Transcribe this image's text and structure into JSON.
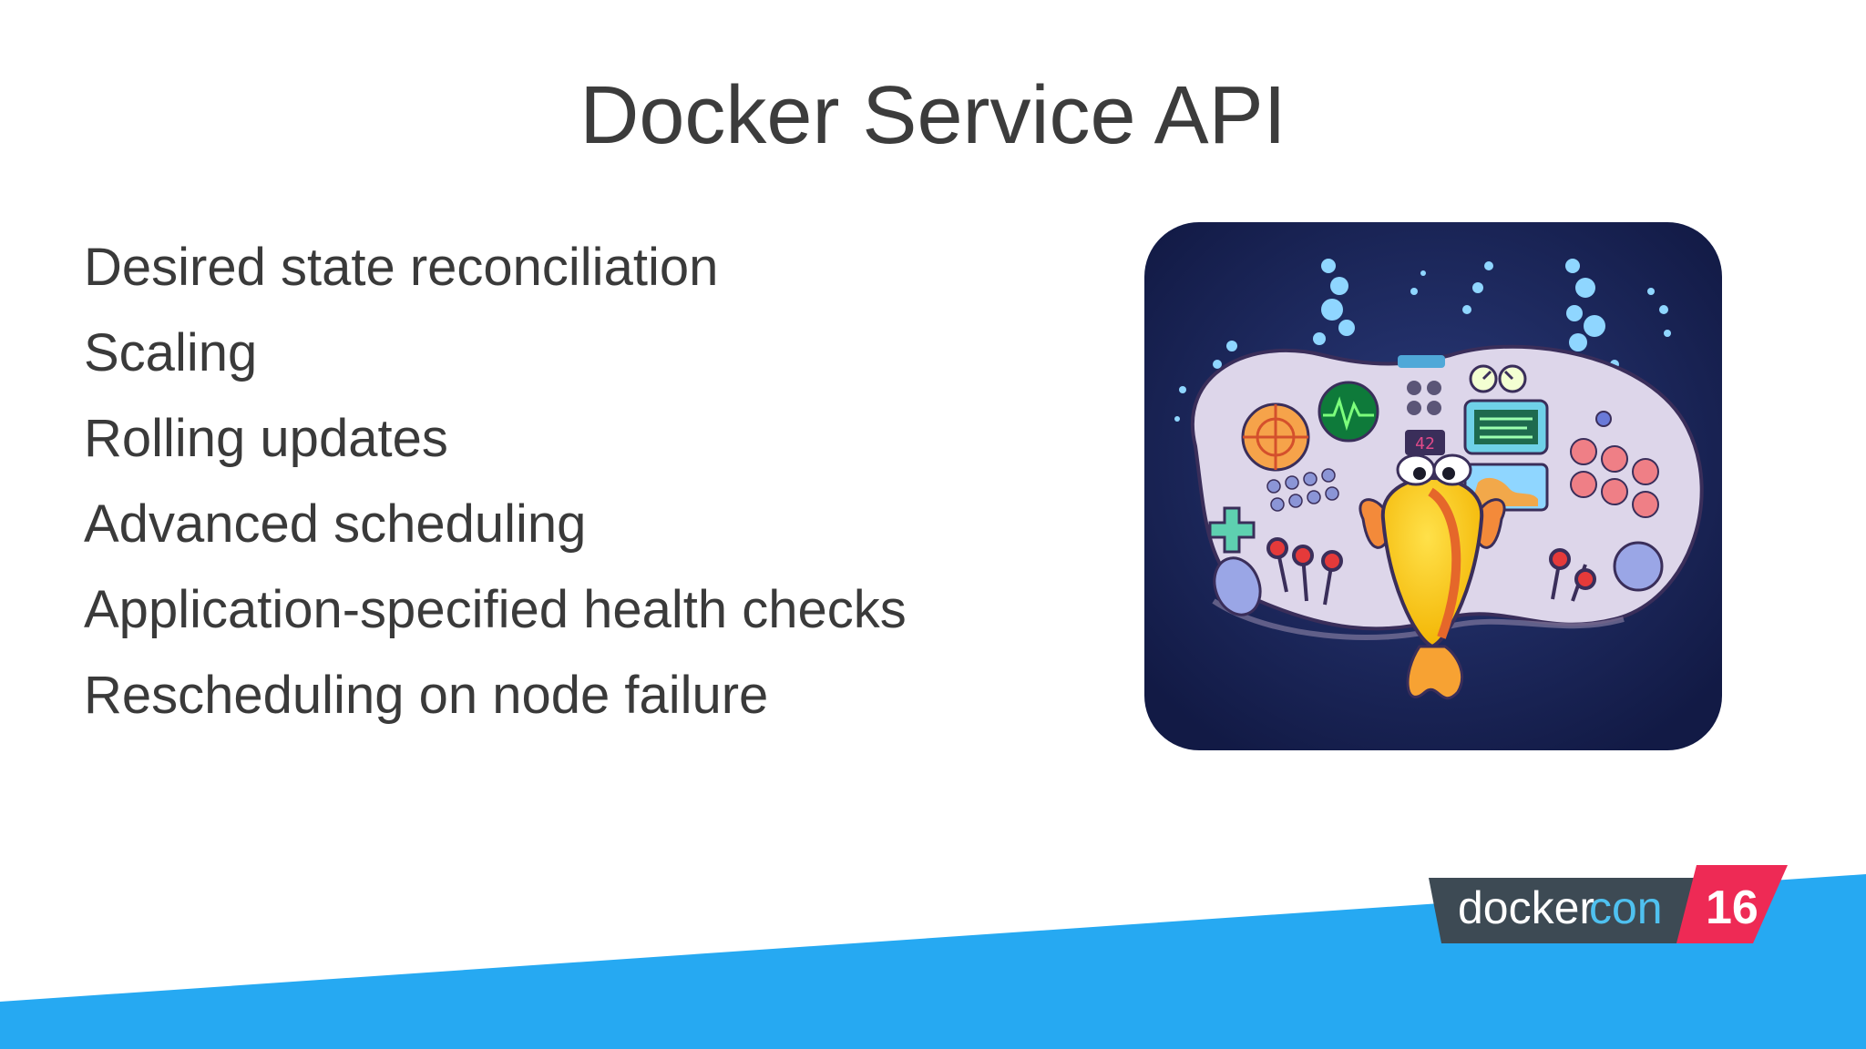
{
  "slide": {
    "title": "Docker Service API",
    "bullets": [
      "Desired state reconciliation",
      "Scaling",
      "Rolling updates",
      "Advanced scheduling",
      "Application-specified health checks",
      "Rescheduling on node failure"
    ]
  },
  "illustration": {
    "icon": "fish-at-control-panel-illustration",
    "panel_display": "42"
  },
  "logo": {
    "word_docker": "docker",
    "word_con": "con",
    "year": "16"
  },
  "colors": {
    "title_text": "#3c3c3c",
    "body_text": "#3a3a3a",
    "footer_blue": "#26a9f2",
    "logo_dark": "#3d4a54",
    "logo_red": "#ee2a55",
    "logo_con": "#4fc1f0",
    "ocean_dark": "#141c4a"
  }
}
